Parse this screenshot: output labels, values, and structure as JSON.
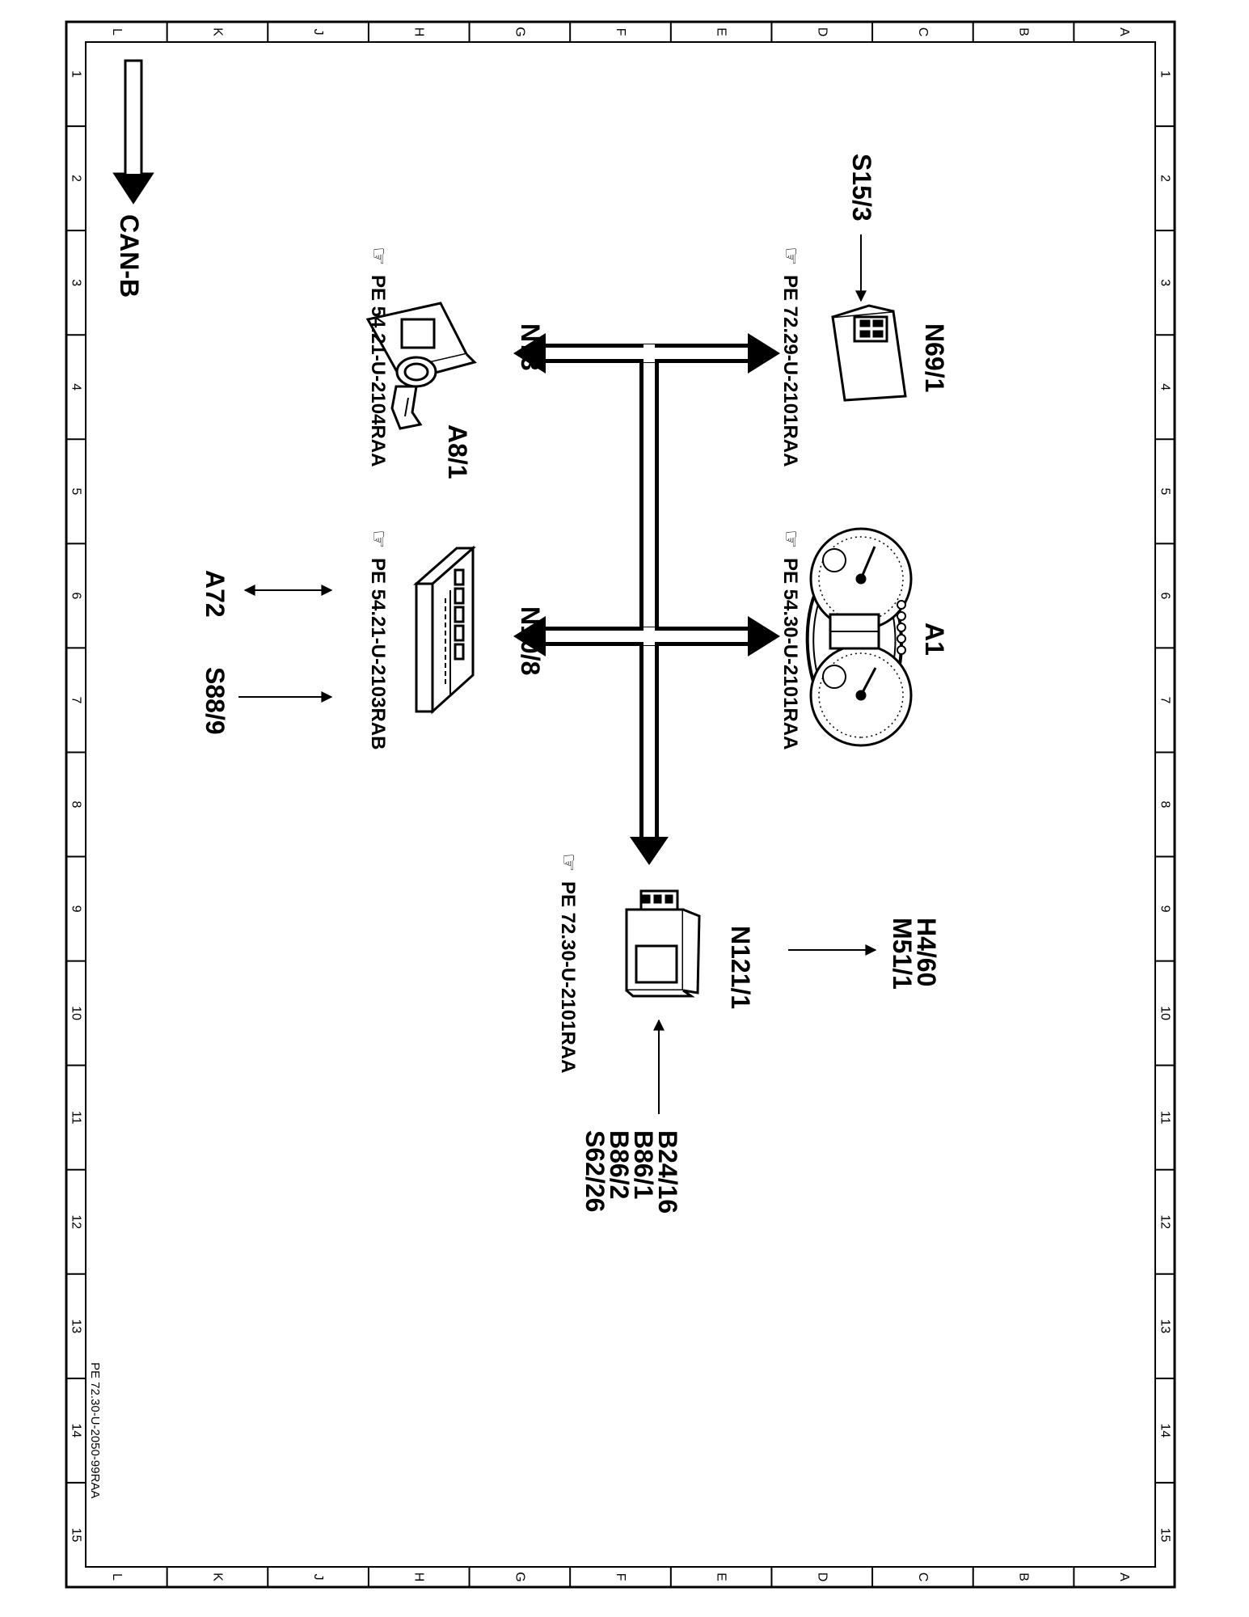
{
  "sheet": {
    "reference": "PE 72.30-U-2050-99RAA",
    "zone_letters": [
      "A",
      "B",
      "C",
      "D",
      "E",
      "F",
      "G",
      "H",
      "J",
      "K",
      "L"
    ],
    "zone_numbers": [
      "1",
      "2",
      "3",
      "4",
      "5",
      "6",
      "7",
      "8",
      "9",
      "10",
      "11",
      "12",
      "13",
      "14",
      "15"
    ]
  },
  "legend": {
    "bus_label": "CAN-B"
  },
  "components": {
    "n69_1": {
      "label": "N69/1",
      "ref": "PE 72.29-U-2101RAA",
      "input": "S15/3"
    },
    "a1": {
      "label": "A1",
      "ref": "PE 54.30-U-2101RAA"
    },
    "n121_1": {
      "label": "N121/1",
      "ref": "PE 72.30-U-2101RAA",
      "outputs": [
        "H4/60",
        "M51/1"
      ],
      "inputs": [
        "B24/16",
        "B86/1",
        "B86/2",
        "S62/26"
      ]
    },
    "n73": {
      "label": "N73",
      "sub_label": "A8/1",
      "ref": "PE 54.21-U-2104RAA"
    },
    "n10_8": {
      "label": "N10/8",
      "ref": "PE 54.21-U-2103RAB",
      "bidirectional": "A72",
      "input": "S88/9"
    }
  },
  "icons": {
    "reference": "pointing-hand-icon"
  },
  "colors": {
    "ink": "#000000",
    "paper": "#ffffff"
  }
}
